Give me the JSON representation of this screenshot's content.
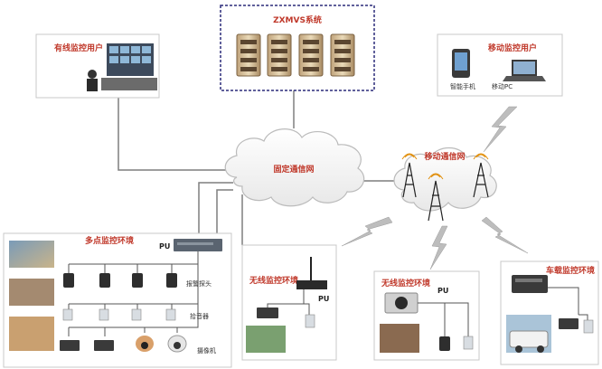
{
  "colors": {
    "label_red": "#c0392b",
    "box_border": "#c8c8c8",
    "zxmvs_border": "#2b2b7a",
    "link_line": "#7f7f7f",
    "cloud_fill": "#f7f7f7",
    "lightning": "#b5b5b5"
  },
  "zxmvs": {
    "title": "ZXMVS系统",
    "icon": "server-rack-icon"
  },
  "wired_user": {
    "title": "有线监控用户",
    "icon": "monitoring-room-icon"
  },
  "mobile_user": {
    "title": "移动监控用户",
    "phone_label": "智能手机",
    "pc_label": "移动PC",
    "phone_icon": "smartphone-icon",
    "pc_icon": "laptop-icon"
  },
  "fixed_network": {
    "label": "固定通信网"
  },
  "mobile_network": {
    "label": "移动通信网",
    "icon": "cell-tower-icon"
  },
  "multipoint": {
    "title": "多点监控环境",
    "pu_label": "PU",
    "alarm_label": "报警探头",
    "mic_label": "拾音器",
    "camera_label": "摄像机"
  },
  "wireless_1": {
    "title": "无线监控环境",
    "pu_label": "PU"
  },
  "wireless_2": {
    "title": "无线监控环境",
    "pu_label": "PU"
  },
  "vehicle": {
    "title": "车载监控环境"
  }
}
